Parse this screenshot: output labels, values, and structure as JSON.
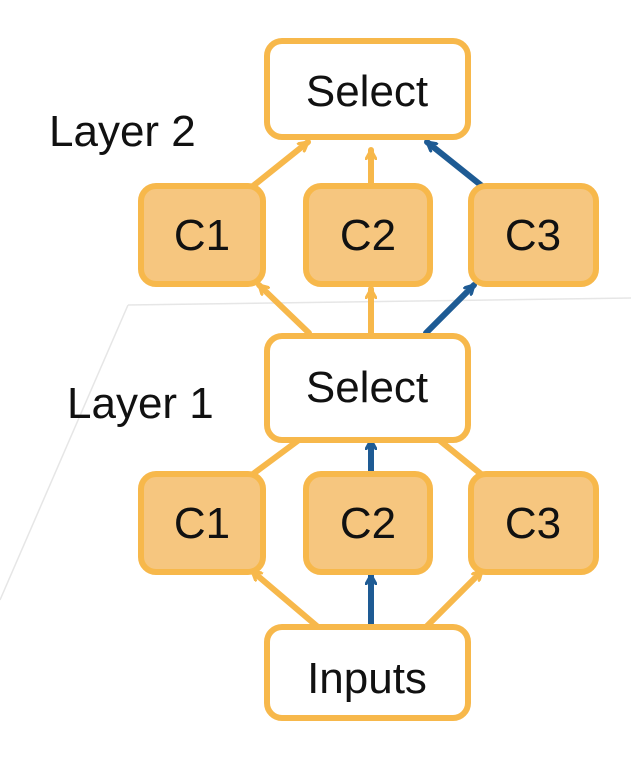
{
  "layers": [
    {
      "label": "Layer 1"
    },
    {
      "label": "Layer 2"
    }
  ],
  "nodes": {
    "inputs": "Inputs",
    "select_1": "Select",
    "select_2": "Select",
    "l1_c1": "C1",
    "l1_c2": "C2",
    "l1_c3": "C3",
    "l2_c1": "C1",
    "l2_c2": "C2",
    "l2_c3": "C3"
  },
  "colors": {
    "accent": "#F7B84B",
    "box_fill": "#F6C67F",
    "highlight_path": "#1E5B94",
    "plane": "#E6E6E6"
  }
}
